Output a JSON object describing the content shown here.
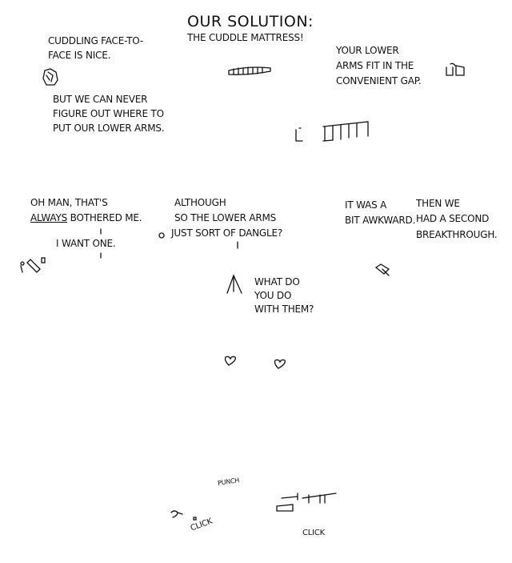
{
  "panel1": {
    "line1": "CUDDLING FACE-TO-",
    "line2": "FACE IS NICE.",
    "line3": "BUT WE CAN NEVER",
    "line4": "FIGURE OUT WHERE TO",
    "line5": "PUT OUR LOWER ARMS."
  },
  "panel2": {
    "title": "OUR SOLUTION:",
    "subtitle": "THE CUDDLE MATTRESS!"
  },
  "panel3": {
    "line1": "YOUR LOWER",
    "line2": "ARMS FIT IN THE",
    "line3": "CONVENIENT GAP."
  },
  "panel4": {
    "oh_man": "OH MAN, THAT'S",
    "always": "ALWAYS",
    "bothered": " BOTHERED ME.",
    "want": "I WANT ONE."
  },
  "panel5": {
    "line1": "ALTHOUGH",
    "line2": "SO THE LOWER ARMS",
    "line3": "JUST SORT OF DANGLE?",
    "q1": "WHAT DO",
    "q2": "YOU DO",
    "q3": "WITH THEM?"
  },
  "panel6": {
    "left1": "IT WAS A",
    "left2": "BIT AWKWARD.",
    "right1": "THEN WE",
    "right2": "HAD A SECOND",
    "right3": "BREAKTHROUGH."
  },
  "panel8": {
    "punch": "PUNCH",
    "click1": "CLICK",
    "click2": "CLICK"
  }
}
